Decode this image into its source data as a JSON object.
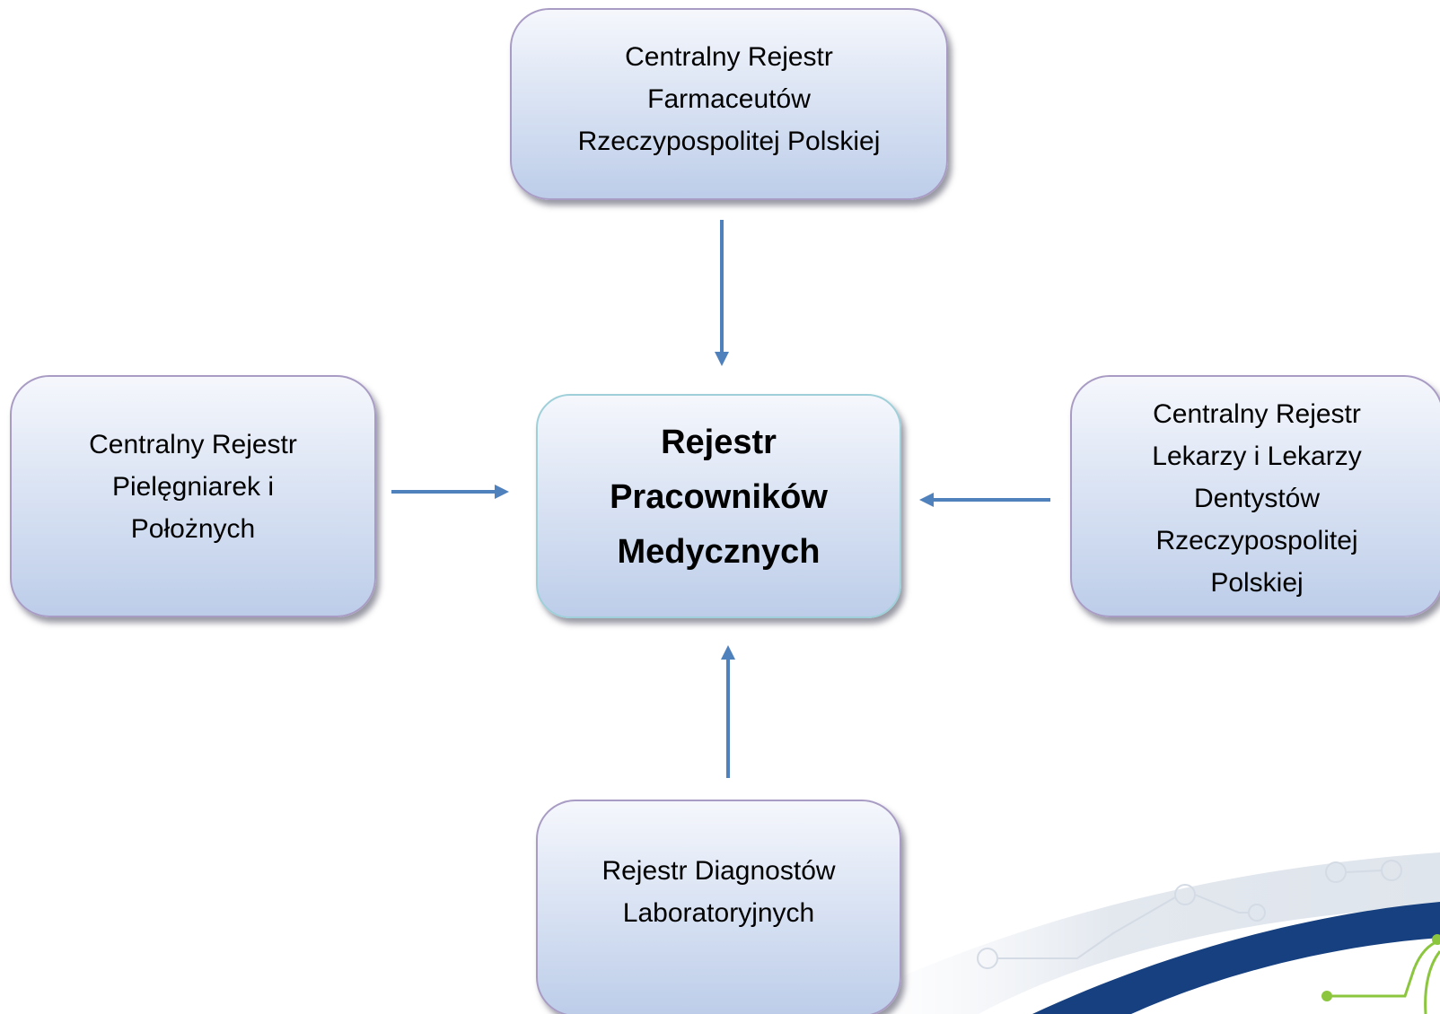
{
  "diagram": {
    "center": {
      "lines": [
        "Rejestr",
        "Pracowników",
        "Medycznych"
      ]
    },
    "top": {
      "lines": [
        "Centralny Rejestr",
        "Farmaceutów",
        "Rzeczypospolitej Polskiej"
      ]
    },
    "left": {
      "lines": [
        "Centralny Rejestr",
        "Pielęgniarek i",
        "Położnych"
      ]
    },
    "right": {
      "lines": [
        "Centralny Rejestr",
        "Lekarzy i Lekarzy",
        "Dentystów",
        "Rzeczypospolitej",
        "Polskiej"
      ]
    },
    "bottom": {
      "lines": [
        "Rejestr Diagnostów",
        "Laboratoryjnych"
      ]
    }
  },
  "colors": {
    "arrow": "#4f81bd",
    "box_border": "#a99cc4",
    "center_border": "#9fd0d9",
    "swoosh_navy": "#16407f",
    "swoosh_gray": "#e6ebf1",
    "swoosh_green": "#8cc63f"
  }
}
